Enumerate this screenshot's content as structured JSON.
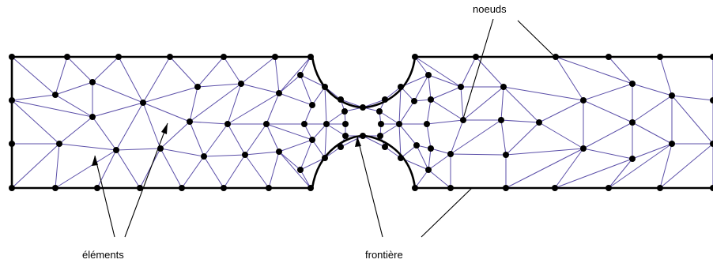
{
  "labels": {
    "noeuds": "noeuds",
    "elements": "éléments",
    "frontiere": "frontière"
  },
  "colors": {
    "mesh": "#5b4fa8",
    "boundary": "#000000",
    "node": "#000000",
    "background": "#ffffff"
  }
}
